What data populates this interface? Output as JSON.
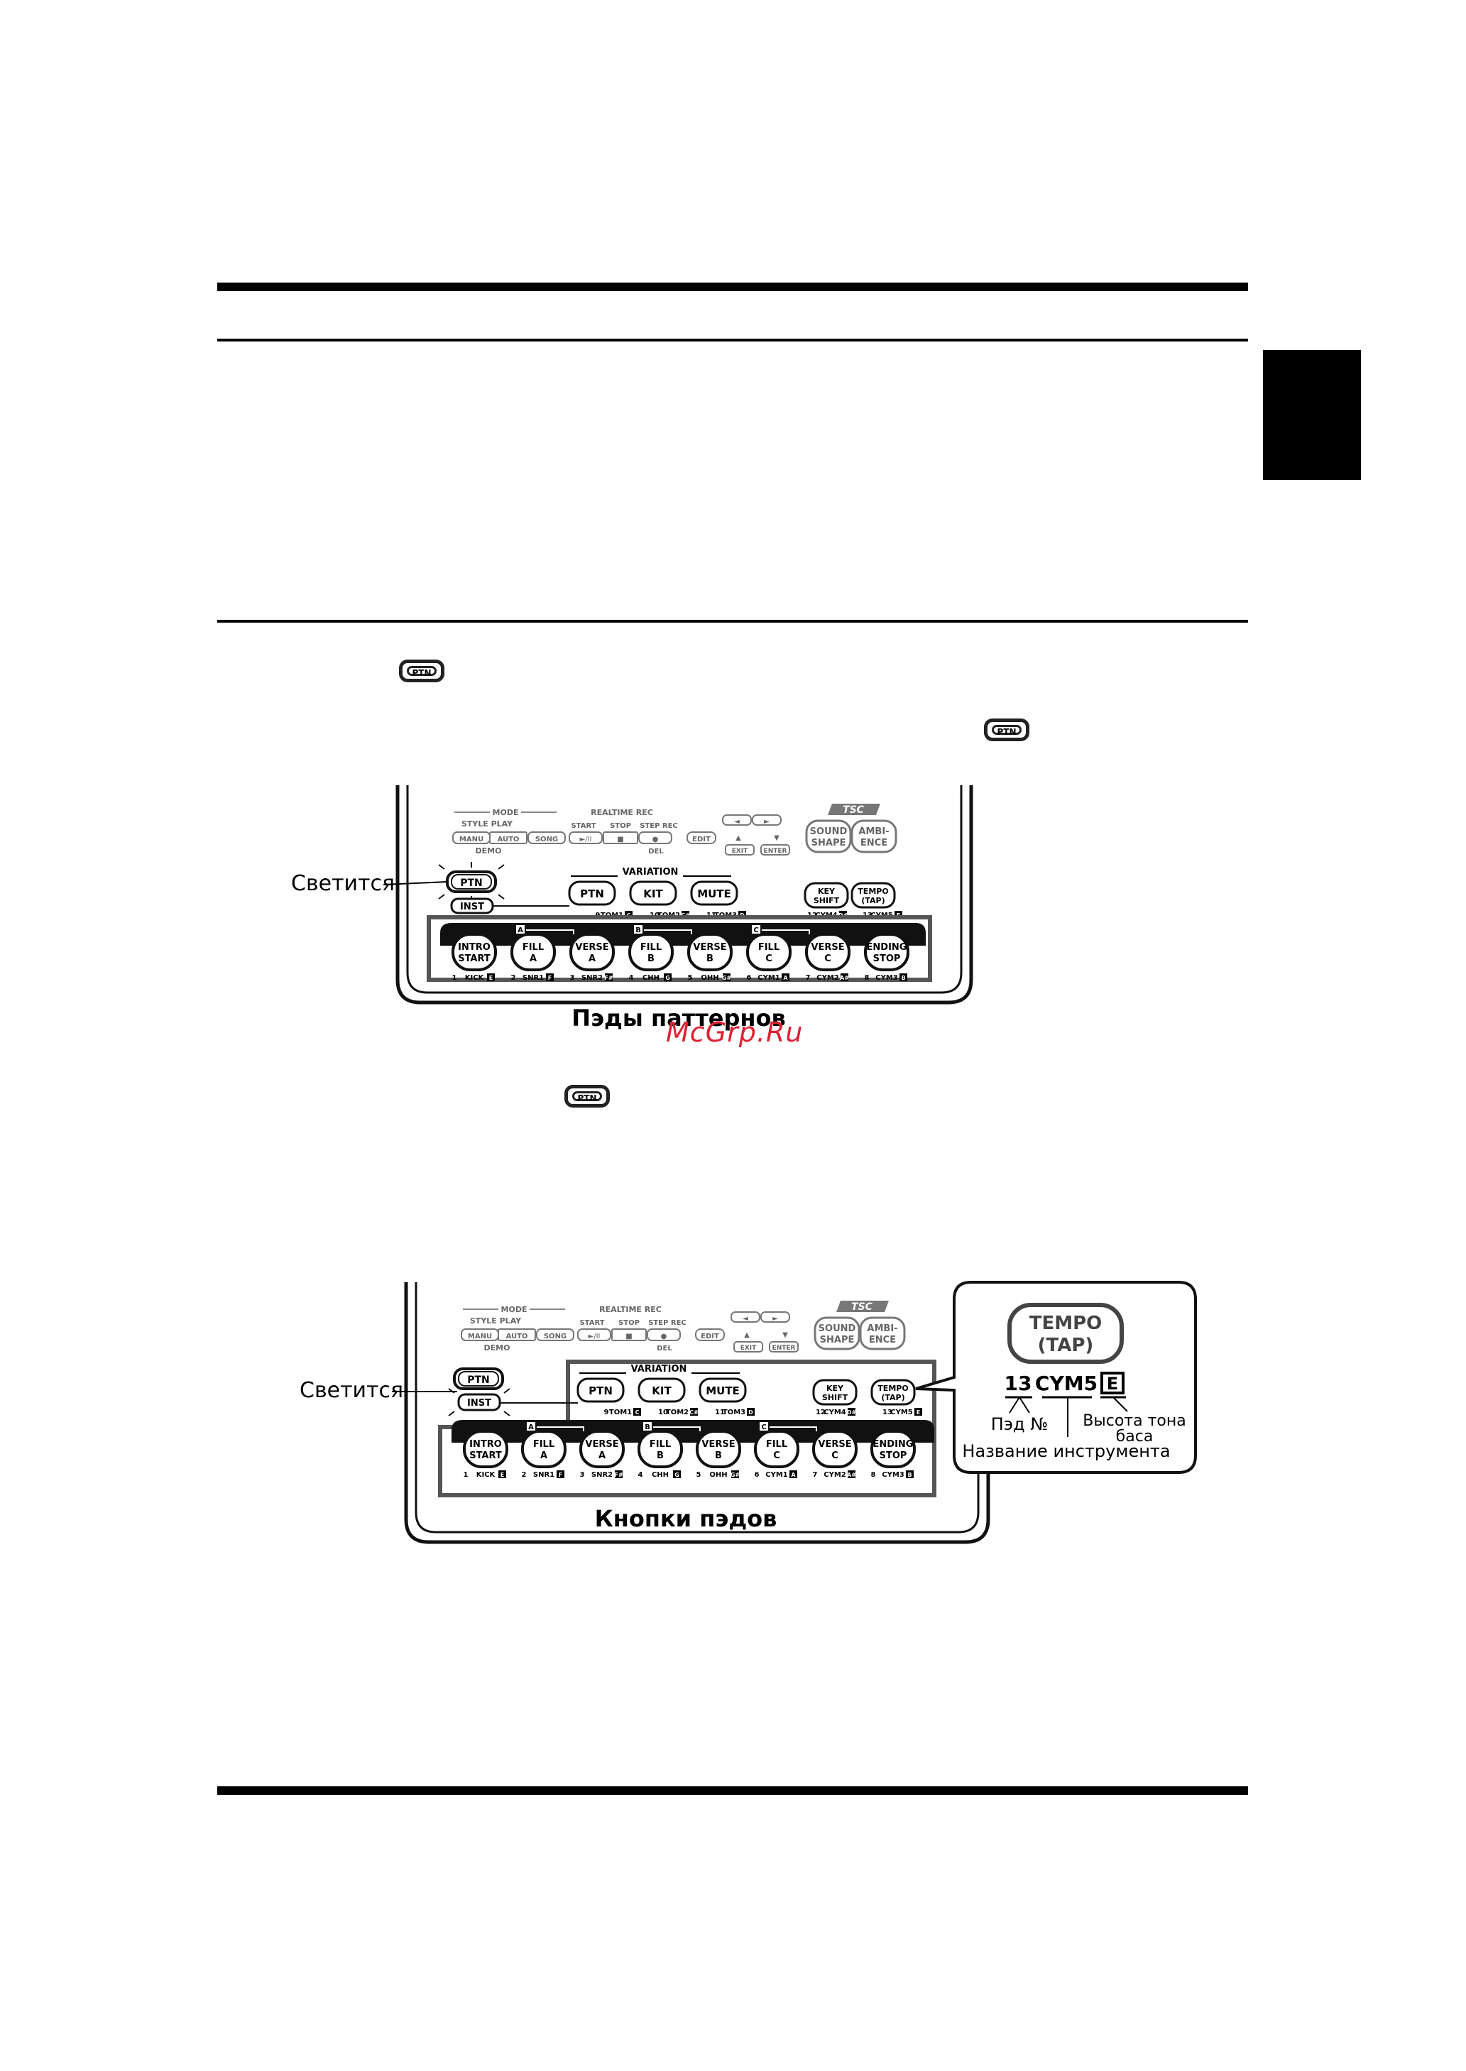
{
  "page": {
    "watermark": "McGrp.Ru"
  },
  "inline_buttons": {
    "ptn_label": "PTN"
  },
  "panel": {
    "mode_label": "MODE",
    "style_play_label": "STYLE PLAY",
    "demo_label": "DEMO",
    "mode_buttons": [
      "MANU",
      "AUTO",
      "SONG"
    ],
    "realtime_rec_label": "REALTIME REC",
    "transport_labels": [
      "START",
      "STOP",
      "STEP REC"
    ],
    "transport_symbols": [
      "►/II",
      "■",
      "●"
    ],
    "del_label": "DEL",
    "edit_label": "EDIT",
    "exit_label": "EXIT",
    "enter_label": "ENTER",
    "tsc_logo": "TSC",
    "sound_shape": [
      "SOUND",
      "SHAPE"
    ],
    "ambience": [
      "AMBI-",
      "ENCE"
    ],
    "variation_label": "VARIATION",
    "variation_buttons": [
      "PTN",
      "KIT",
      "MUTE"
    ],
    "key_shift": [
      "KEY",
      "SHIFT"
    ],
    "tempo_tap": [
      "TEMPO",
      "(TAP)"
    ],
    "ptn_button": "PTN",
    "inst_button": "INST",
    "upper_pad_labels": [
      {
        "num": "9",
        "name": "TOM1",
        "note": "C"
      },
      {
        "num": "10",
        "name": "TOM2",
        "note": "C#"
      },
      {
        "num": "11",
        "name": "TOM3",
        "note": "D"
      },
      {
        "num": "12",
        "name": "CYM4",
        "note": "D#"
      },
      {
        "num": "13",
        "name": "CYM5",
        "note": "E"
      }
    ],
    "section_letters": [
      "A",
      "B",
      "C"
    ],
    "pads": [
      {
        "top": "INTRO",
        "bottom": "START",
        "num": "1",
        "name": "KICK",
        "note": "E"
      },
      {
        "top": "FILL",
        "bottom": "A",
        "num": "2",
        "name": "SNR1",
        "note": "F"
      },
      {
        "top": "VERSE",
        "bottom": "A",
        "num": "3",
        "name": "SNR2",
        "note": "F#"
      },
      {
        "top": "FILL",
        "bottom": "B",
        "num": "4",
        "name": "CHH",
        "note": "G"
      },
      {
        "top": "VERSE",
        "bottom": "B",
        "num": "5",
        "name": "OHH",
        "note": "G#"
      },
      {
        "top": "FILL",
        "bottom": "C",
        "num": "6",
        "name": "CYM1",
        "note": "A"
      },
      {
        "top": "VERSE",
        "bottom": "C",
        "num": "7",
        "name": "CYM2",
        "note": "A#"
      },
      {
        "top": "ENDING",
        "bottom": "STOP",
        "num": "8",
        "name": "CYM3",
        "note": "B"
      }
    ]
  },
  "figure1": {
    "callout": "Светится",
    "caption": "Пэды паттернов"
  },
  "figure2": {
    "callout": "Светится",
    "caption": "Кнопки пэдов",
    "zoom_button": [
      "TEMPO",
      "(TAP)"
    ],
    "zoom_num": "13",
    "zoom_name": "CYM5",
    "zoom_note": "E",
    "label_pad_no": "Пэд №",
    "label_inst_name": "Название инструмента",
    "label_bass_pitch": [
      "Высота тона",
      "баса"
    ]
  }
}
